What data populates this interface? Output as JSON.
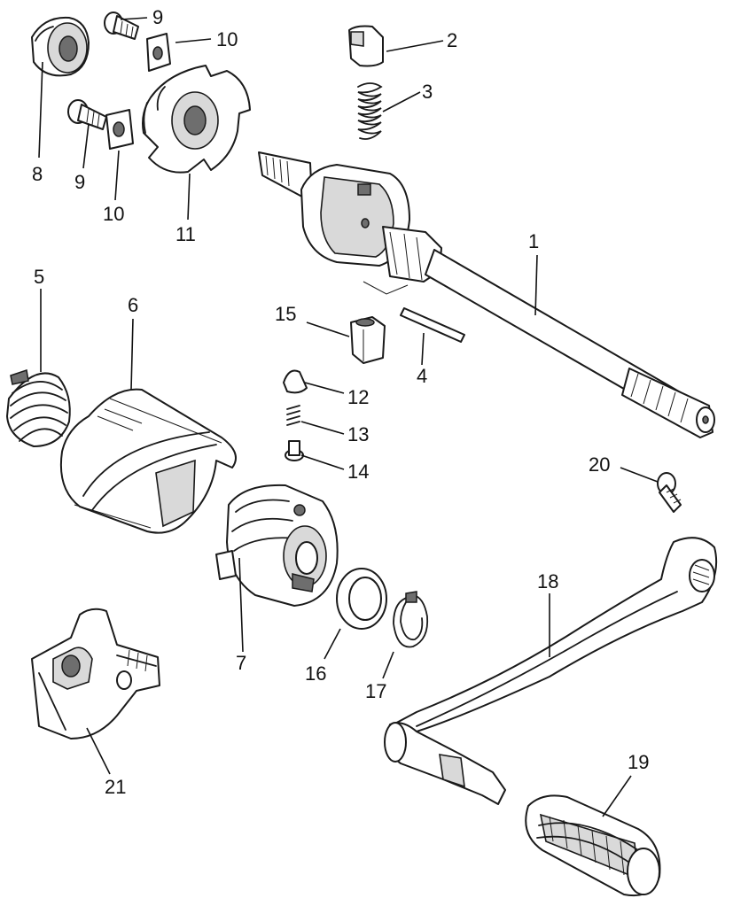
{
  "callouts": {
    "c1": "1",
    "c2": "2",
    "c3": "3",
    "c4": "4",
    "c5": "5",
    "c6": "6",
    "c7": "7",
    "c8": "8",
    "c9a": "9",
    "c9b": "9",
    "c10a": "10",
    "c10b": "10",
    "c11": "11",
    "c12": "12",
    "c13": "13",
    "c14": "14",
    "c15": "15",
    "c16": "16",
    "c17": "17",
    "c18": "18",
    "c19": "19",
    "c20": "20",
    "c21": "21"
  },
  "colors": {
    "ink": "#1a1a1a",
    "paper": "#ffffff",
    "shade": "#d9d9d9"
  }
}
